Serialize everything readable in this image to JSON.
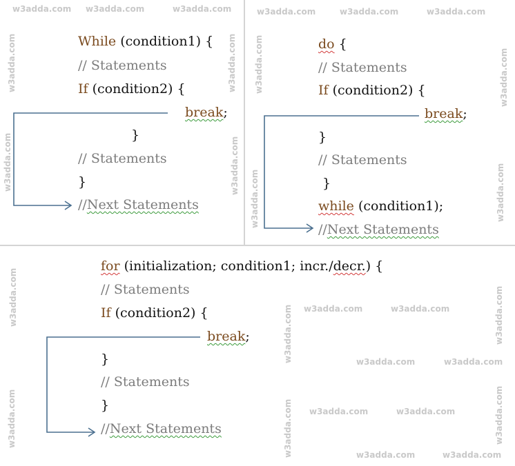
{
  "watermark": "w3adda.com",
  "panels": {
    "while_loop": {
      "line1_kw": "While",
      "line1_rest": " (condition1) {",
      "line2": "// Statements",
      "line3_kw": "If",
      "line3_rest": " (condition2) {",
      "line4": "break",
      "line4_semi": ";",
      "line5": "}",
      "line6": "// Statements",
      "line7": "}",
      "line8_prefix": "//",
      "line8_rest": "Next Statements"
    },
    "do_while_loop": {
      "line1_kw": "do",
      "line1_rest": " {",
      "line2": "// Statements",
      "line3_kw": "If",
      "line3_rest": " (condition2) {",
      "line4": "break",
      "line4_semi": ";",
      "line5": "}",
      "line6": "// Statements",
      "line7": "}",
      "line8_kw": "while",
      "line8_rest": " (condition1);",
      "line9_prefix": "//",
      "line9_rest": "Next Statements"
    },
    "for_loop": {
      "line1_kw": "for",
      "line1_a": " (initialization; condition1; incr./",
      "line1_b": "decr.",
      "line1_c": ") {",
      "line2": "// Statements",
      "line3_kw": "If",
      "line3_rest": " (condition2) {",
      "line4": "break",
      "line4_semi": ";",
      "line5": "}",
      "line6": "// Statements",
      "line7": "}",
      "line8_prefix": "//",
      "line8_rest": "Next Statements"
    }
  },
  "colors": {
    "keyword": "#7a4a1e",
    "comment": "#7c7c7c",
    "arrow": "#4a6f8f",
    "divider": "#d4d4d4",
    "watermark": "#c9c9c9"
  }
}
